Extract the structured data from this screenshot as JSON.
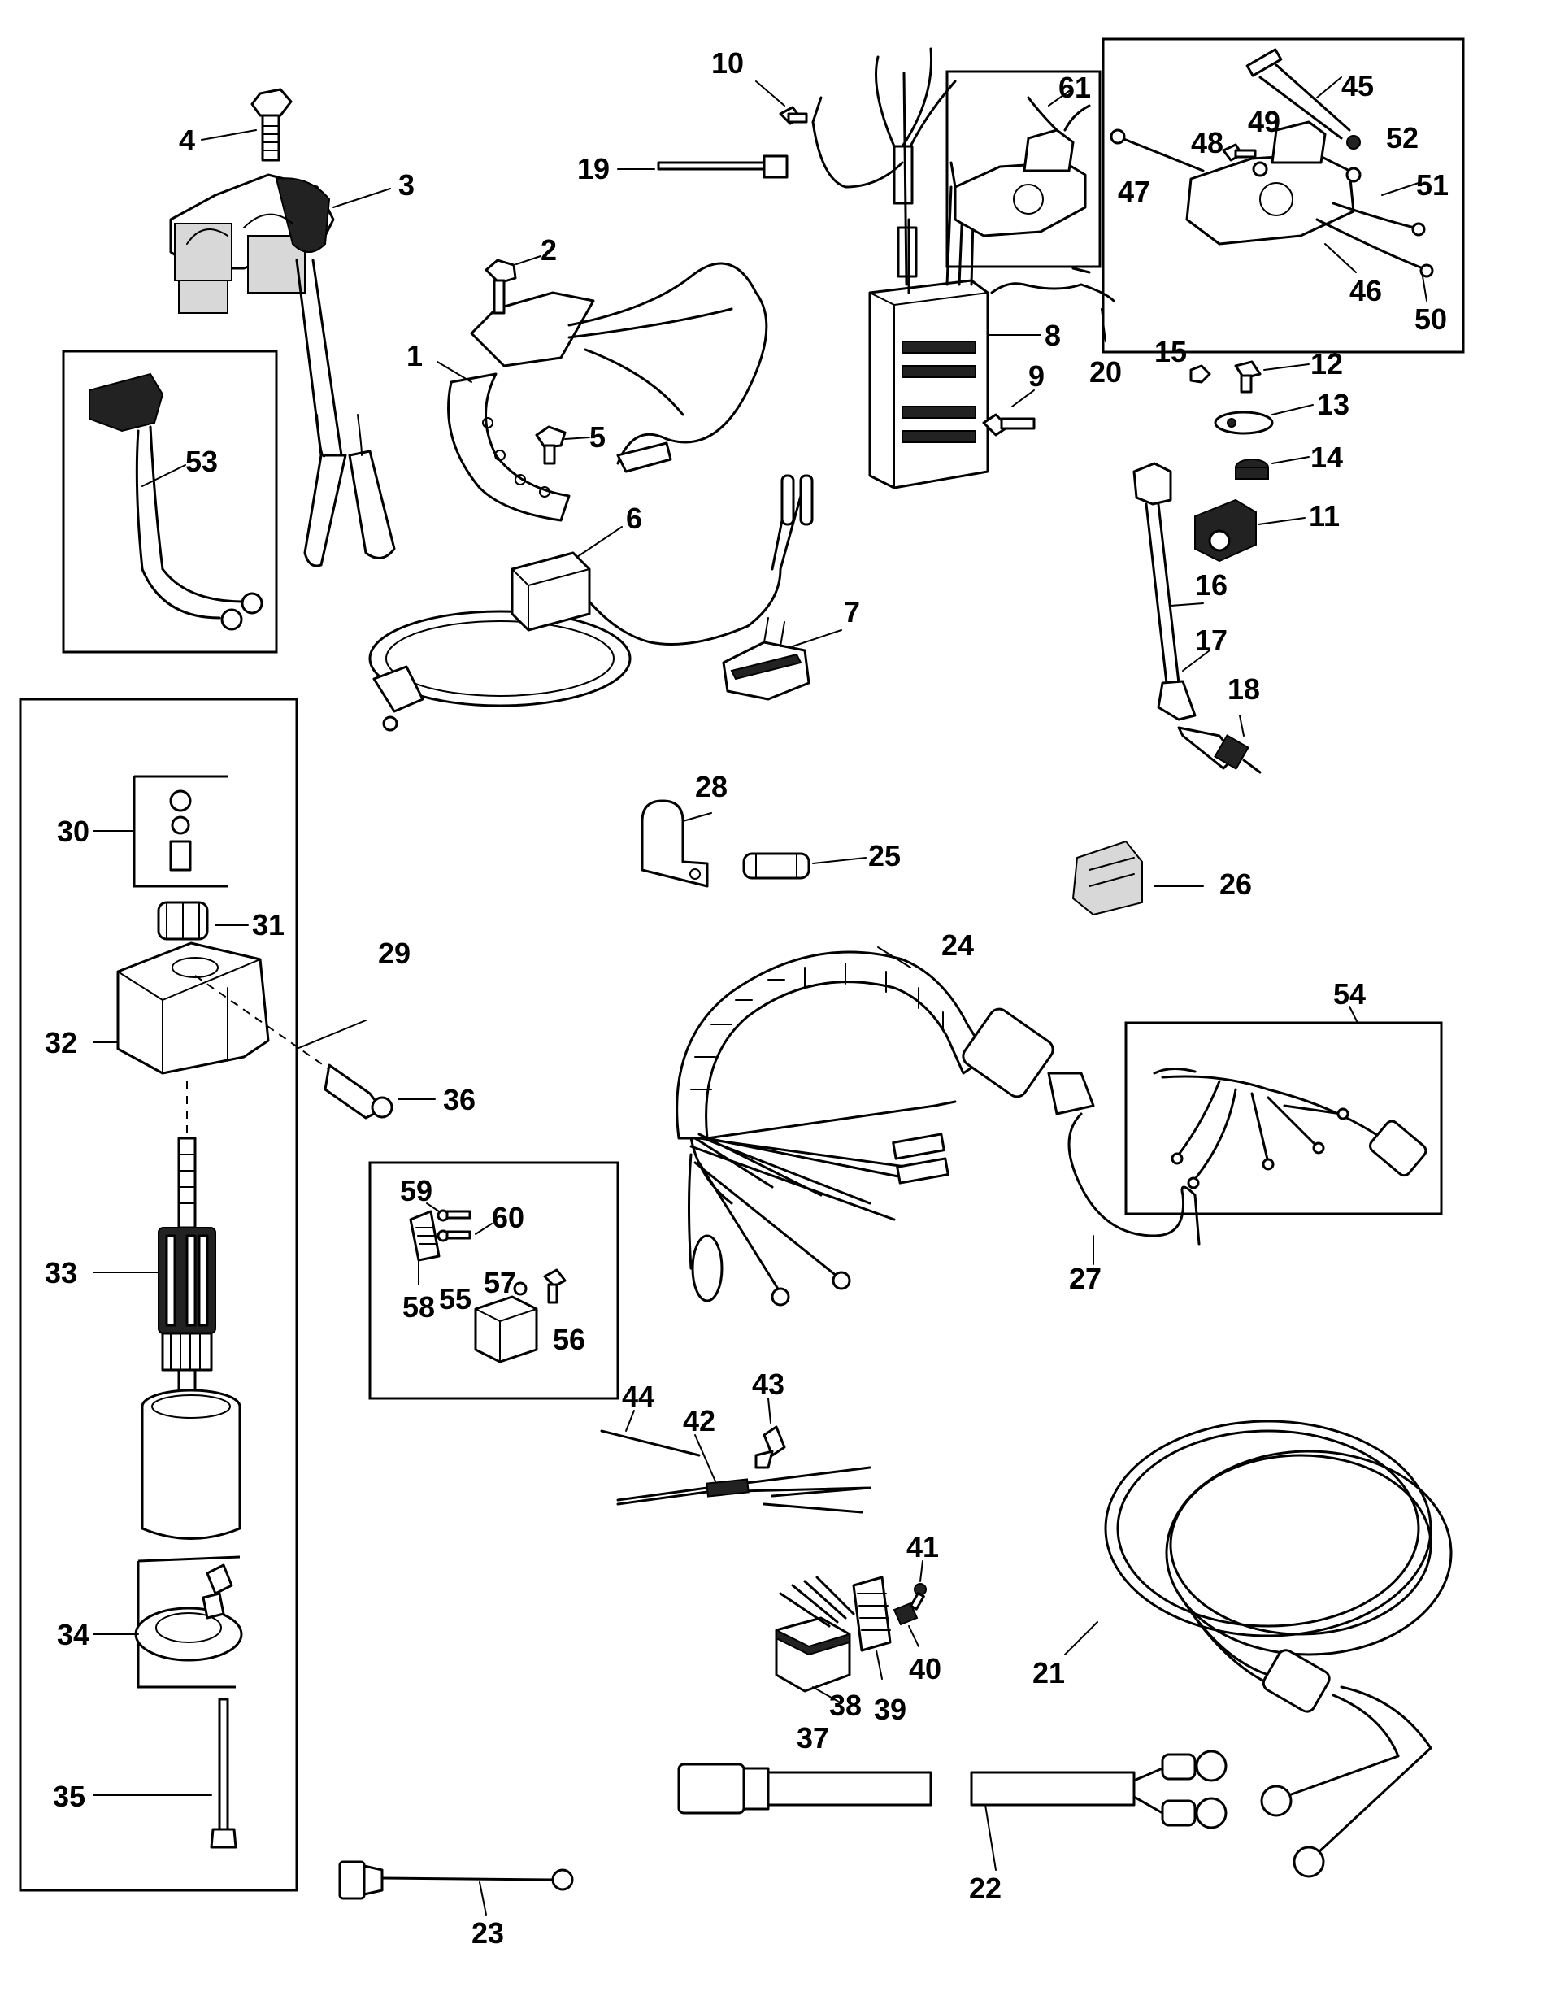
{
  "labels": {
    "p1": "1",
    "p2": "2",
    "p3": "3",
    "p4": "4",
    "p5": "5",
    "p6": "6",
    "p7": "7",
    "p8": "8",
    "p9": "9",
    "p10": "10",
    "p11": "11",
    "p12": "12",
    "p13": "13",
    "p14": "14",
    "p15": "15",
    "p16": "16",
    "p17": "17",
    "p18": "18",
    "p19": "19",
    "p20": "20",
    "p21": "21",
    "p22": "22",
    "p23": "23",
    "p24": "24",
    "p25": "25",
    "p26": "26",
    "p27": "27",
    "p28": "28",
    "p29": "29",
    "p30": "30",
    "p31": "31",
    "p32": "32",
    "p33": "33",
    "p34": "34",
    "p35": "35",
    "p36": "36",
    "p37": "37",
    "p38": "38",
    "p39": "39",
    "p40": "40",
    "p41": "41",
    "p42": "42",
    "p43": "43",
    "p44": "44",
    "p45": "45",
    "p46": "46",
    "p47": "47",
    "p48": "48",
    "p49": "49",
    "p50": "50",
    "p51": "51",
    "p52": "52",
    "p53": "53",
    "p54": "54",
    "p55": "55",
    "p56": "56",
    "p57": "57",
    "p58": "58",
    "p59": "59",
    "p60": "60",
    "p61": "61"
  }
}
